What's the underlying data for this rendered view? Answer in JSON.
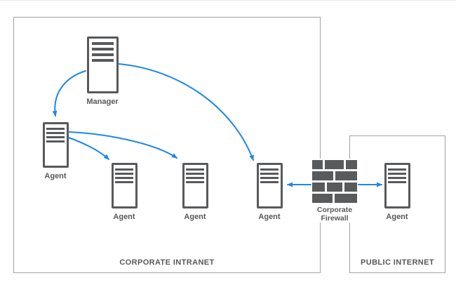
{
  "canvas": {
    "background": "#ffffff"
  },
  "colors": {
    "arrow": "#1e88e5",
    "node_gray": "#58595b",
    "zone_border": "#a3a3a3",
    "text": "#57585a"
  },
  "zones": {
    "intranet": {
      "label": "CORPORATE INTRANET"
    },
    "internet": {
      "label": "PUBLIC INTERNET"
    }
  },
  "nodes": {
    "manager": {
      "type": "server",
      "label": "Manager"
    },
    "agent_left": {
      "type": "server",
      "label": "Agent"
    },
    "agent_mid_left": {
      "type": "server",
      "label": "Agent"
    },
    "agent_mid_right": {
      "type": "server",
      "label": "Agent"
    },
    "agent_gateway": {
      "type": "server",
      "label": "Agent"
    },
    "firewall": {
      "type": "firewall",
      "label": "Corporate Firewall"
    },
    "agent_public": {
      "type": "server",
      "label": "Agent"
    }
  },
  "connections": [
    {
      "from": "manager",
      "to": "agent_left",
      "style": "curved"
    },
    {
      "from": "manager",
      "to": "agent_gateway",
      "style": "curved"
    },
    {
      "from": "agent_left",
      "to": "agent_mid_left",
      "style": "curved"
    },
    {
      "from": "agent_left",
      "to": "agent_mid_right",
      "style": "curved"
    },
    {
      "from": "firewall",
      "to": "agent_gateway",
      "style": "straight"
    },
    {
      "from": "firewall",
      "to": "agent_public",
      "style": "straight"
    }
  ]
}
